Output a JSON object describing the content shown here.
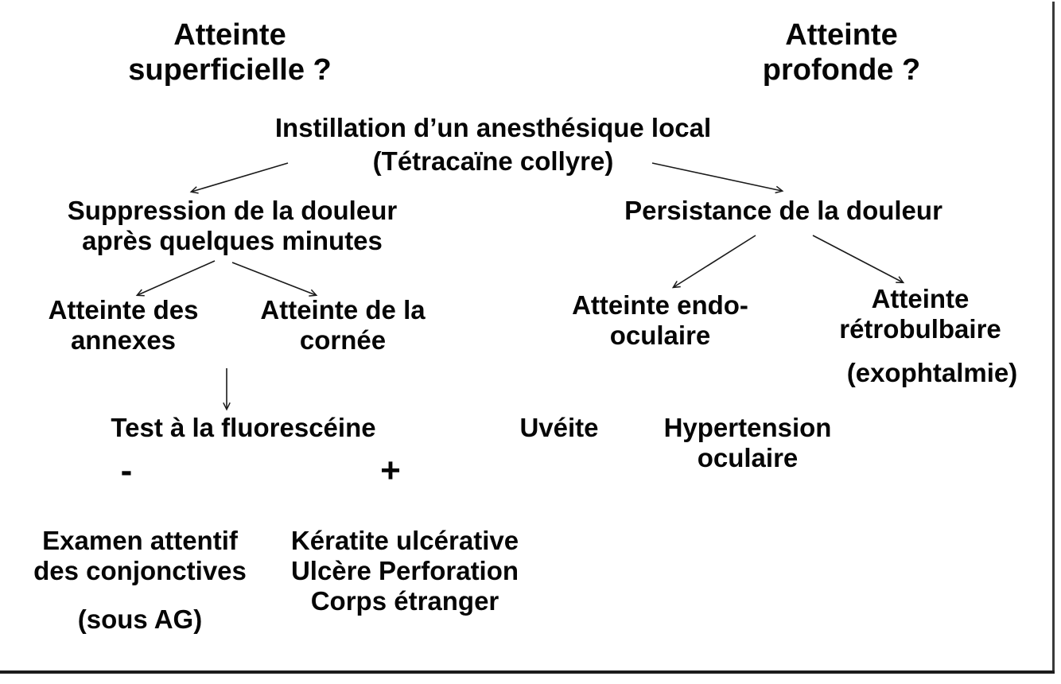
{
  "diagram": {
    "background": "#ffffff",
    "text_color": "#060606",
    "border_color": "#2e2e2e",
    "title_left": {
      "line1": "Atteinte",
      "line2": "superficielle ?"
    },
    "title_right": {
      "line1": "Atteinte",
      "line2": "profonde ?"
    },
    "nodes": {
      "instillation": {
        "line1": "Instillation d’un anesthésique local",
        "line2": "(Tétracaïne collyre)"
      },
      "suppression": {
        "line1": "Suppression de la douleur",
        "line2": "après quelques minutes"
      },
      "persistance": {
        "line1": "Persistance de la douleur"
      },
      "annexes": {
        "line1": "Atteinte des",
        "line2": "annexes"
      },
      "cornee": {
        "line1": "Atteinte de la",
        "line2": "cornée"
      },
      "endo_oculaire": {
        "line1": "Atteinte endo-",
        "line2": "oculaire"
      },
      "retrobulbaire": {
        "line1": "Atteinte",
        "line2": "rétrobulbaire"
      },
      "exophtalmie": {
        "line1": "(exophtalmie)"
      },
      "test_fluoresceine": {
        "line1": "Test à la fluorescéine"
      },
      "uveite": {
        "line1": "Uvéite"
      },
      "hypertension": {
        "line1": "Hypertension",
        "line2": "oculaire"
      },
      "examen": {
        "line1": "Examen attentif",
        "line2": "des conjonctives"
      },
      "sous_ag": {
        "line1": "(sous AG)"
      },
      "keratite": {
        "line1": "Kératite ulcérative",
        "line2": "Ulcère Perforation",
        "line3": "Corps étranger"
      }
    },
    "signs": {
      "negative": "-",
      "positive": "+"
    }
  }
}
